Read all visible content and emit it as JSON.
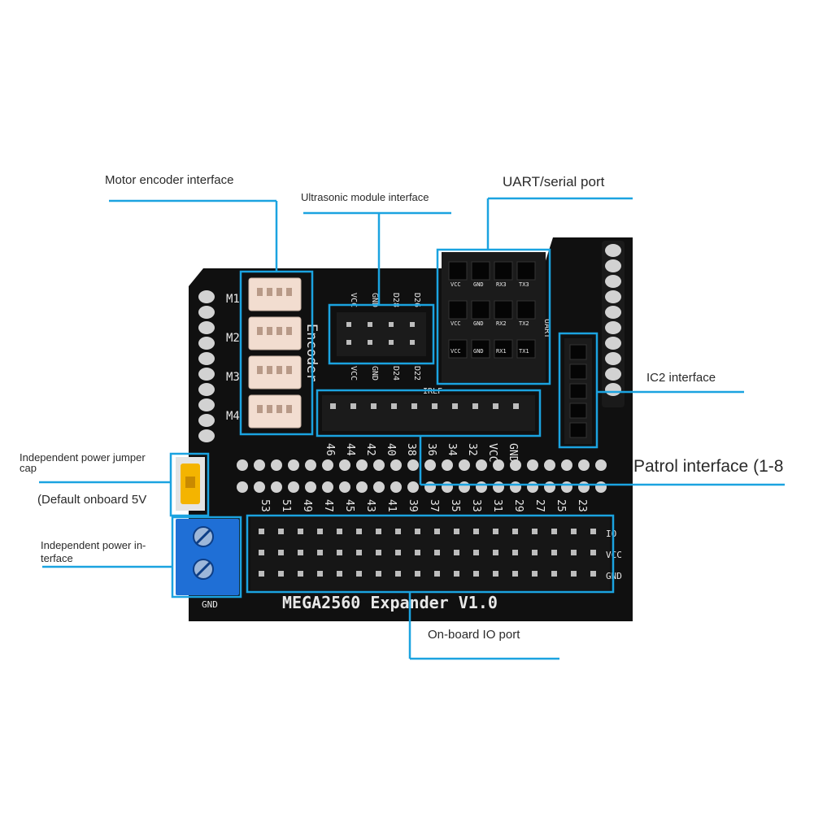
{
  "colors": {
    "callout": "#1ba3e0",
    "board": "#101010",
    "pin": "#d2d2d2",
    "header": "#1b1b1b",
    "connector": "#f2ddd0",
    "jumper": "#f4b400",
    "terminal": "#1f6fd6"
  },
  "callouts": {
    "motor_encoder": "Motor encoder interface",
    "ultrasonic": "Ultrasonic module interface",
    "uart": "UART/serial port",
    "i2c": "IC2 interface",
    "patrol": "Patrol interface (1-8",
    "jumper_line1": "Independent power jumper",
    "jumper_line2": "cap",
    "default_5v": "(Default onboard 5V",
    "power_line1": "Independent power in-",
    "power_line2": "terface",
    "io_port": "On-board IO port"
  },
  "board": {
    "title": "MEGA2560 Expander V1.0",
    "encoder_label": "Encoder",
    "motors": [
      "M1",
      "M2",
      "M3",
      "M4"
    ],
    "ultrasonic_top": [
      "VCC",
      "GND",
      "D28",
      "D26"
    ],
    "ultrasonic_bottom": [
      "VCC",
      "GND",
      "D24",
      "D22"
    ],
    "uart_rows": [
      [
        "VCC",
        "GND",
        "RX3",
        "TX3"
      ],
      [
        "VCC",
        "GND",
        "RX2",
        "TX2"
      ],
      [
        "VCC",
        "GND",
        "RX1",
        "TX1"
      ]
    ],
    "uart_label": "UART",
    "irlf_label": "IRLF",
    "patrol_pins": [
      "46",
      "44",
      "42",
      "40",
      "38",
      "36",
      "34",
      "32",
      "VCC",
      "GND"
    ],
    "io_numbers": [
      "53",
      "51",
      "49",
      "47",
      "45",
      "43",
      "41",
      "39",
      "37",
      "35",
      "33",
      "31",
      "29",
      "27",
      "25",
      "23"
    ],
    "io_row_labels": [
      "IO",
      "VCC",
      "GND"
    ],
    "gnd_label": "GND"
  }
}
